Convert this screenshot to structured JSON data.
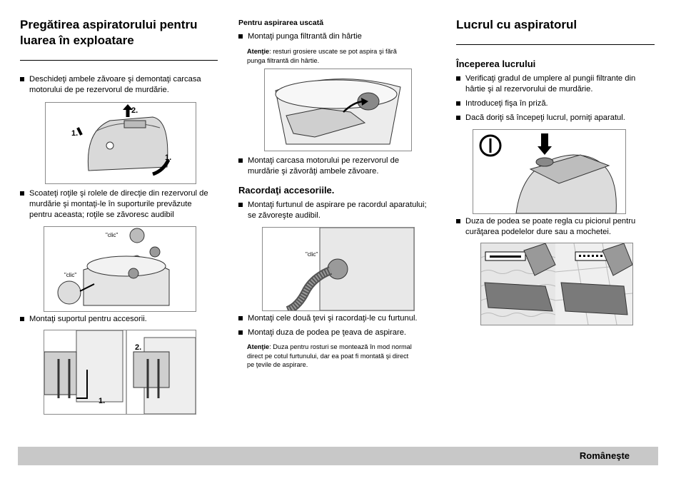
{
  "col1": {
    "title_line1": "Pregătirea aspiratorului pentru",
    "title_line2": "luarea în exploatare",
    "b1_l1": "Deschideţi ambele zăvoare şi demontaţi carcasa",
    "b1_l2": "motorului de pe rezervorul de murdărie.",
    "fig1_label_2": "2.",
    "fig1_label_1a": "1.",
    "fig1_label_1b": "1.",
    "b2_l1": "Scoateţi roţile şi rolele de direcţie din rezervorul de",
    "b2_l2": "murdărie şi montaţi-le în suporturile prevăzute",
    "b2_l3": "pentru aceasta; roţile se zăvoresc audibil",
    "fig2_clic_a": "\"clic\"",
    "fig2_clic_b": "\"clic\"",
    "b3": "Montaţi suportul pentru accesorii.",
    "fig3_label_2": "2.",
    "fig3_label_1": "1."
  },
  "col2": {
    "section_dry": "Pentru aspirarea uscată",
    "b1": "Montaţi punga filtrantă din hârtie",
    "note1_bold": "Atenţie",
    "note1_l1": ": resturi grosiere uscate se pot aspira şi fără",
    "note1_l2": "punga filtrantă din hârtie.",
    "b2_l1": "Montaţi carcasa motorului pe rezervorul de",
    "b2_l2": "murdărie şi zăvorâţi ambele zăvoare.",
    "sub_accessories": "Racordaţi accesoriile.",
    "b3_l1": "Montaţi furtunul de aspirare pe racordul aparatului;",
    "b3_l2": "se zăvoreşte audibil.",
    "fig_clic": "\"clic\"",
    "b4": "Montaţi cele două ţevi şi racordaţi-le cu furtunul.",
    "b5": "Montaţi duza de podea pe ţeava de aspirare.",
    "note2_bold": "Atenţie",
    "note2_l1": ": Duza pentru rosturi se montează în mod normal",
    "note2_l2": "direct pe cotul furtunului, dar ea poat fi montată şi direct",
    "note2_l3": "pe ţevile de aspirare."
  },
  "col3": {
    "title": "Lucrul cu aspiratorul",
    "sub_start": "Începerea lucrului",
    "b1_l1": "Verificaţi gradul de umplere al pungii filtrante din",
    "b1_l2": "hârtie şi al rezervorului de murdărie.",
    "b2": "Introduceţi fişa în priză.",
    "b3": "Dacă doriţi să începeţi lucrul, porniţi aparatul.",
    "b4_l1": "Duza de podea se poate regla cu piciorul pentru",
    "b4_l2": "curăţarea podelelor dure sau a mochetei."
  },
  "footer": {
    "language": "Românеşte"
  }
}
